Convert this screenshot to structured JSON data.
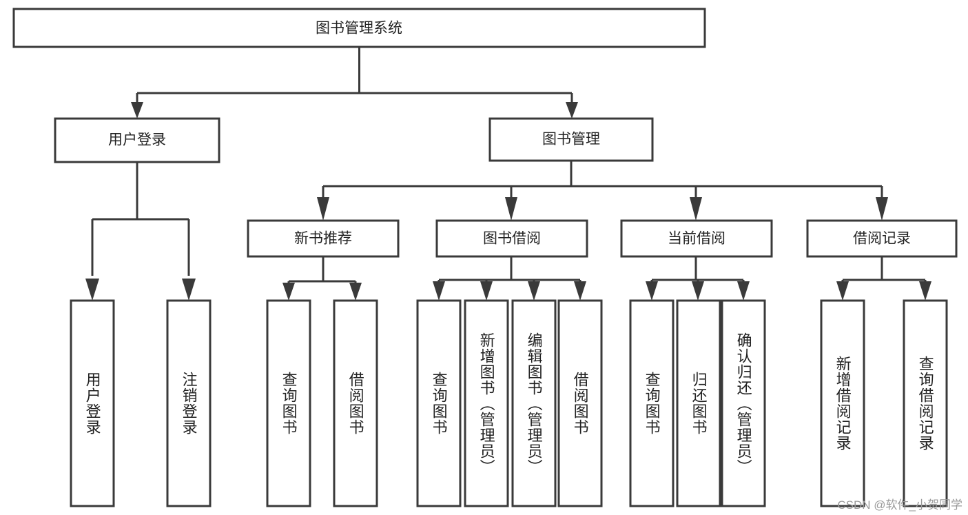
{
  "diagram": {
    "type": "tree-hierarchy",
    "title": "图书管理系统",
    "watermark": "CSDN @软件_小贺同学",
    "colors": {
      "box_stroke": "#3a3a3a",
      "box_fill": "#ffffff",
      "connector": "#3a3a3a",
      "text": "#222222",
      "watermark": "#9a9a9a",
      "background": "#ffffff"
    },
    "levels": [
      {
        "level": 1,
        "nodes": [
          {
            "id": "root",
            "label": "图书管理系统",
            "orientation": "horizontal"
          }
        ]
      },
      {
        "level": 2,
        "nodes": [
          {
            "id": "login",
            "label": "用户登录",
            "orientation": "horizontal",
            "parent": "root"
          },
          {
            "id": "bookmgmt",
            "label": "图书管理",
            "orientation": "horizontal",
            "parent": "root"
          }
        ]
      },
      {
        "level": 3,
        "nodes": [
          {
            "id": "newbook",
            "label": "新书推荐",
            "orientation": "horizontal",
            "parent": "bookmgmt"
          },
          {
            "id": "borrow",
            "label": "图书借阅",
            "orientation": "horizontal",
            "parent": "bookmgmt"
          },
          {
            "id": "current",
            "label": "当前借阅",
            "orientation": "horizontal",
            "parent": "bookmgmt"
          },
          {
            "id": "records",
            "label": "借阅记录",
            "orientation": "horizontal",
            "parent": "bookmgmt"
          }
        ]
      },
      {
        "level": 4,
        "nodes": [
          {
            "id": "leaf-1",
            "label": "用户登录",
            "orientation": "vertical",
            "parent": "login"
          },
          {
            "id": "leaf-2",
            "label": "注销登录",
            "orientation": "vertical",
            "parent": "login"
          },
          {
            "id": "leaf-3",
            "label": "查询图书",
            "orientation": "vertical",
            "parent": "newbook"
          },
          {
            "id": "leaf-4",
            "label": "借阅图书",
            "orientation": "vertical",
            "parent": "newbook"
          },
          {
            "id": "leaf-5",
            "label": "查询图书",
            "orientation": "vertical",
            "parent": "borrow"
          },
          {
            "id": "leaf-6",
            "label": "新增图书（管理员）",
            "orientation": "vertical",
            "parent": "borrow"
          },
          {
            "id": "leaf-7",
            "label": "编辑图书（管理员）",
            "orientation": "vertical",
            "parent": "borrow"
          },
          {
            "id": "leaf-8",
            "label": "借阅图书",
            "orientation": "vertical",
            "parent": "borrow"
          },
          {
            "id": "leaf-9",
            "label": "查询图书",
            "orientation": "vertical",
            "parent": "current"
          },
          {
            "id": "leaf-10",
            "label": "归还图书",
            "orientation": "vertical",
            "parent": "current"
          },
          {
            "id": "leaf-11",
            "label": "确认归还（管理员）",
            "orientation": "vertical",
            "parent": "current"
          },
          {
            "id": "leaf-12",
            "label": "新增借阅记录",
            "orientation": "vertical",
            "parent": "records"
          },
          {
            "id": "leaf-13",
            "label": "查询借阅记录",
            "orientation": "vertical",
            "parent": "records"
          }
        ]
      }
    ]
  }
}
